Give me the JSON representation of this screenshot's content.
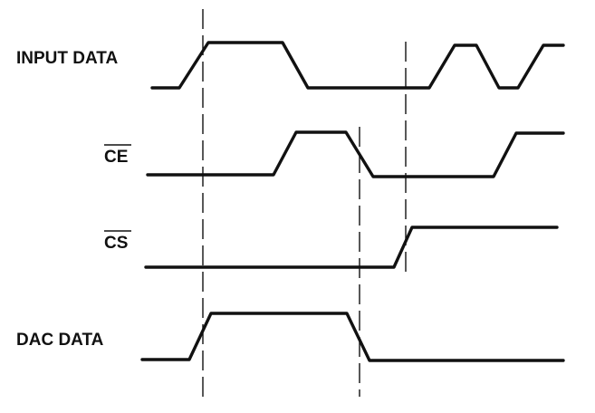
{
  "diagram": {
    "signals": [
      {
        "id": "input-data",
        "label": "INPUT DATA",
        "overline": false
      },
      {
        "id": "ce",
        "label": "CE",
        "overline": true
      },
      {
        "id": "cs",
        "label": "CS",
        "overline": true
      },
      {
        "id": "dac-data",
        "label": "DAC DATA",
        "overline": false
      }
    ],
    "colors": {
      "line": "#111111",
      "background": "#ffffff"
    }
  }
}
